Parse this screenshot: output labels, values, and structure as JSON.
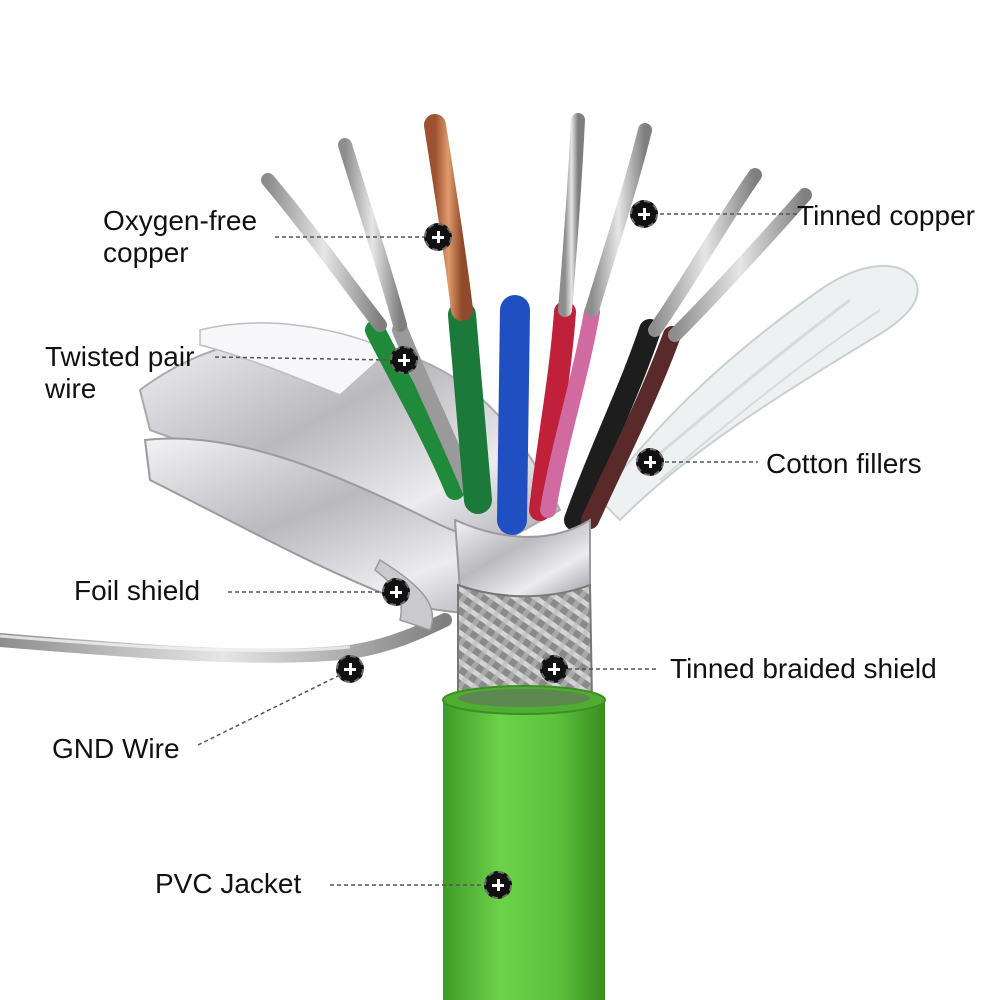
{
  "diagram": {
    "labels": {
      "oxygen_free_copper_line1": "Oxygen-free",
      "oxygen_free_copper_line2": "copper",
      "tinned_copper": "Tinned copper",
      "twisted_pair_line1": "Twisted pair",
      "twisted_pair_line2": "wire",
      "cotton_fillers": "Cotton fillers",
      "foil_shield": "Foil shield",
      "tinned_braided_shield": "Tinned braided shield",
      "gnd_wire": "GND Wire",
      "pvc_jacket": "PVC Jacket"
    },
    "colors": {
      "jacket_green": "#5cc33c",
      "copper": "#c0744a",
      "tinned": "#c8c8c8",
      "foil": "#d9d9dc",
      "cotton": "#eef1f2",
      "marker": "#111111",
      "leader": "#555555"
    },
    "markers_icon": "plus-circle-icon"
  }
}
